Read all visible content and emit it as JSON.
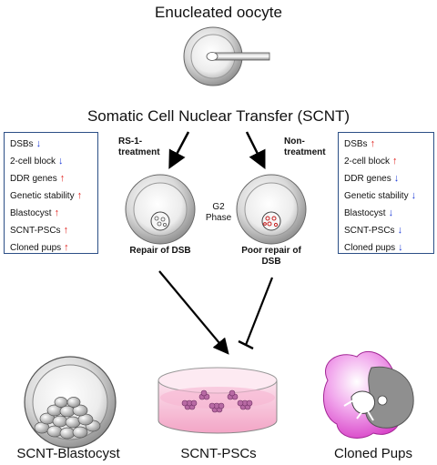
{
  "title_top": "Enucleated oocyte",
  "title_scnt": "Somatic Cell Nuclear Transfer (SCNT)",
  "branches": {
    "left_label": "RS-1-\ntreatment",
    "right_label": "Non-\ntreatment"
  },
  "g2_label": "G2\nPhase",
  "repair_left": "Repair of DSB",
  "repair_right": "Poor repair of\nDSB",
  "left_box": {
    "rows": [
      {
        "label": "DSBs",
        "trend": "down"
      },
      {
        "label": "2-cell block",
        "trend": "down"
      },
      {
        "label": "DDR genes",
        "trend": "up"
      },
      {
        "label": "Genetic stability",
        "trend": "up"
      },
      {
        "label": "Blastocyst",
        "trend": "up"
      },
      {
        "label": "SCNT-PSCs",
        "trend": "up"
      },
      {
        "label": "Cloned pups",
        "trend": "up"
      }
    ]
  },
  "right_box": {
    "rows": [
      {
        "label": "DSBs",
        "trend": "up"
      },
      {
        "label": "2-cell block",
        "trend": "up"
      },
      {
        "label": "DDR genes",
        "trend": "down"
      },
      {
        "label": "Genetic stability",
        "trend": "down"
      },
      {
        "label": "Blastocyst",
        "trend": "down"
      },
      {
        "label": "SCNT-PSCs",
        "trend": "down"
      },
      {
        "label": "Cloned pups",
        "trend": "down"
      }
    ]
  },
  "bottom": {
    "blastocyst": "SCNT-Blastocyst",
    "pscs": "SCNT-PSCs",
    "pups": "Cloned Pups"
  },
  "colors": {
    "box_border": "#2c4f86",
    "up_arrow": "#e0201c",
    "down_arrow": "#1d3bd6",
    "pink": "#e04fd0"
  }
}
